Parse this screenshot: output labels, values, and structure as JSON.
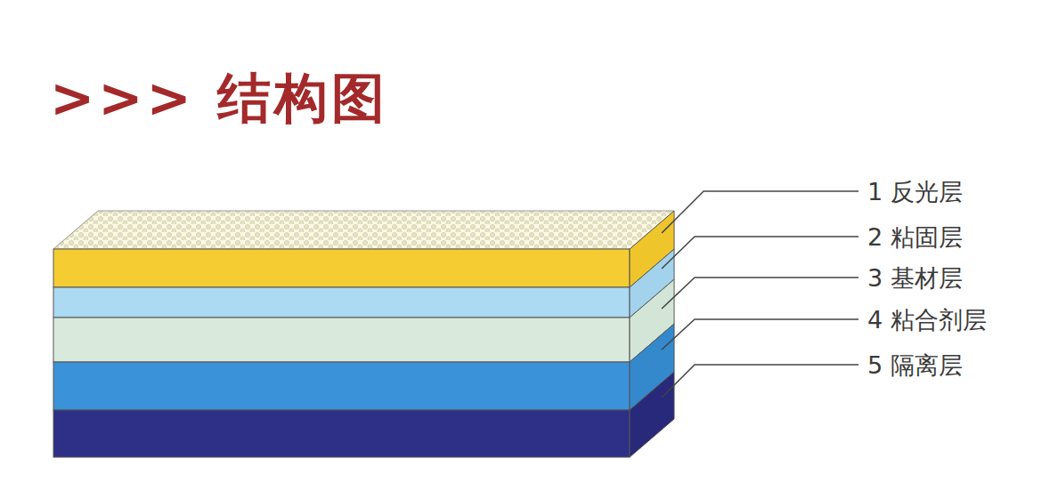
{
  "diagram": {
    "title": ">>> 结构图",
    "labels": [
      "1 反光层",
      "2 粘固层",
      "3 基材层",
      "4 粘合剂层",
      "5 隔离层"
    ]
  }
}
